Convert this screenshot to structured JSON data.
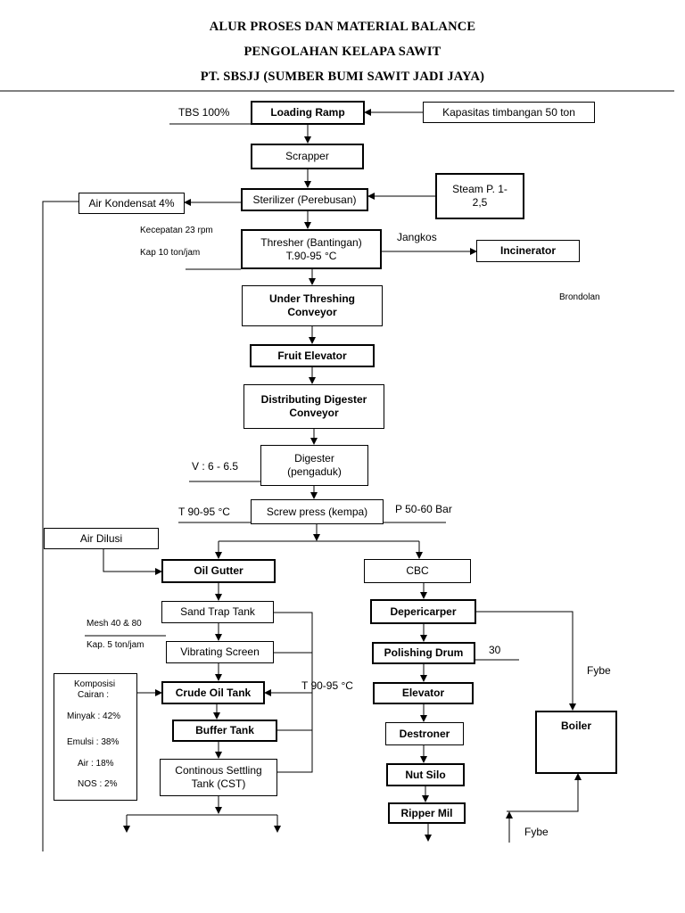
{
  "header": {
    "line1": "ALUR PROSES DAN MATERIAL BALANCE",
    "line2": "PENGOLAHAN KELAPA SAWIT",
    "line3": "PT. SBSJJ (SUMBER BUMI SAWIT JADI JAYA)"
  },
  "boxes": {
    "loading_ramp": "Loading Ramp",
    "kapasitas": "Kapasitas timbangan 50 ton",
    "scrapper": "Scrapper",
    "sterilizer": "Sterilizer (Perebusan)",
    "steam": "Steam P. 1-2,5",
    "air_kondensat": "Air Kondensat 4%",
    "thresher_line1": "Thresher (Bantingan)",
    "thresher_line2": "T.90-95 °C",
    "incinerator": "Incinerator",
    "under_threshing": "Under Threshing Conveyor",
    "fruit_elevator": "Fruit Elevator",
    "distributing": "Distributing Digester Conveyor",
    "digester_line1": "Digester",
    "digester_line2": "(pengaduk)",
    "screw_press": "Screw press (kempa)",
    "air_dilusi": "Air Dilusi",
    "oil_gutter": "Oil Gutter",
    "cbc": "CBC",
    "sand_trap": "Sand Trap Tank",
    "depericarper": "Depericarper",
    "vibrating": "Vibrating Screen",
    "polishing": "Polishing Drum",
    "crude_oil": "Crude Oil Tank",
    "elevator": "Elevator",
    "boiler": "Boiler",
    "buffer": "Buffer Tank",
    "destroner": "Destroner",
    "cst": "Continous Settling Tank (CST)",
    "nut_silo": "Nut Silo",
    "ripper": "Ripper Mil"
  },
  "labels": {
    "tbs": "TBS 100%",
    "kecepatan": "Kecepatan 23 rpm",
    "kap10": "Kap 10 ton/jam",
    "jangkos": "Jangkos",
    "brondolan": "Brondolan",
    "v": "V : 6 - 6.5",
    "t_screw": "T 90-95 °C",
    "p_screw": "P 50-60 Bar",
    "mesh": "Mesh 40 & 80",
    "kap5": "Kap. 5 ton/jam",
    "t_right": "T 90-95 °C",
    "num30": "30",
    "fybe1": "Fybe",
    "fybe2": "Fybe"
  },
  "komposisi": {
    "title_line1": "Komposisi",
    "title_line2": "Cairan :",
    "minyak": "Minyak : 42%",
    "emulsi": "Emulsi : 38%",
    "air": "Air : 18%",
    "nos": "NOS : 2%"
  }
}
